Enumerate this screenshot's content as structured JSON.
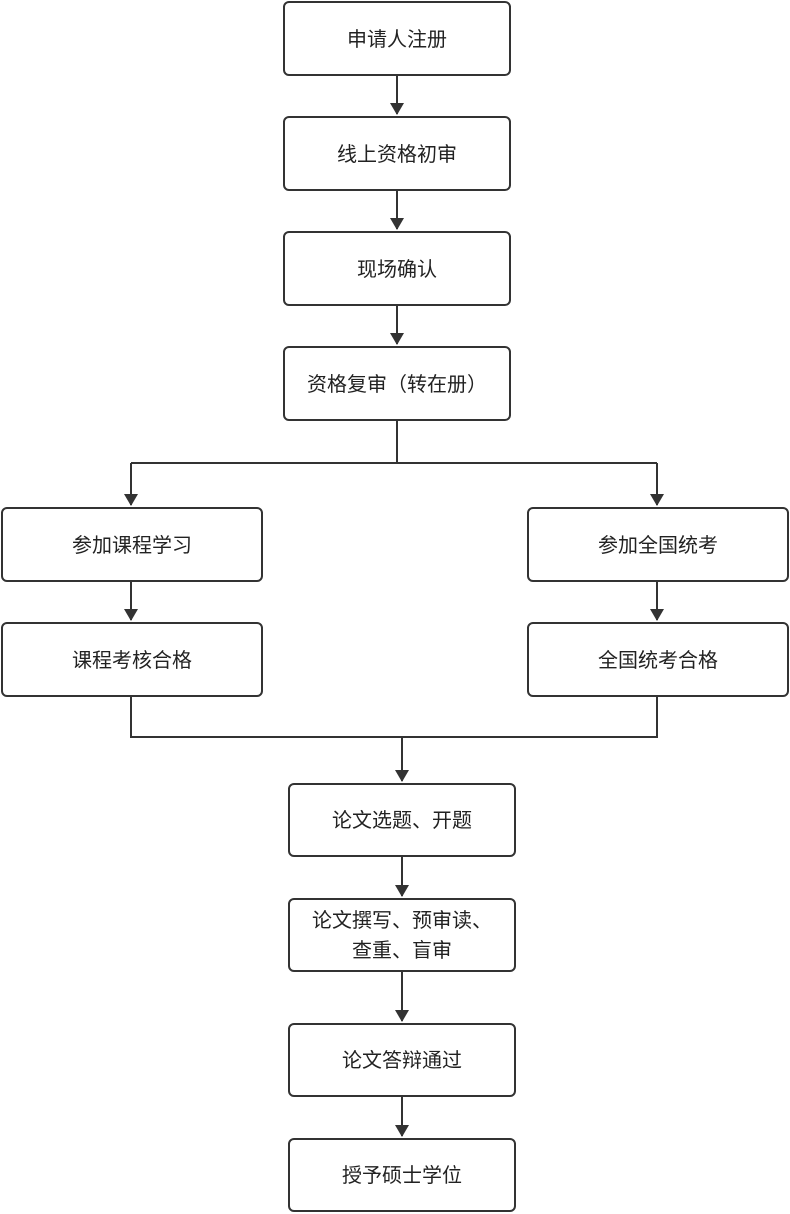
{
  "nodes": {
    "register": "申请人注册",
    "online_review": "线上资格初审",
    "onsite_confirm": "现场确认",
    "re_review": "资格复审（转在册）",
    "course_study": "参加课程学习",
    "course_pass": "课程考核合格",
    "national_exam": "参加全国统考",
    "exam_pass": "全国统考合格",
    "thesis_topic": "论文选题、开题",
    "thesis_writing_line1": "论文撰写、预审读、",
    "thesis_writing_line2": "查重、盲审",
    "defense": "论文答辩通过",
    "degree": "授予硕士学位"
  }
}
